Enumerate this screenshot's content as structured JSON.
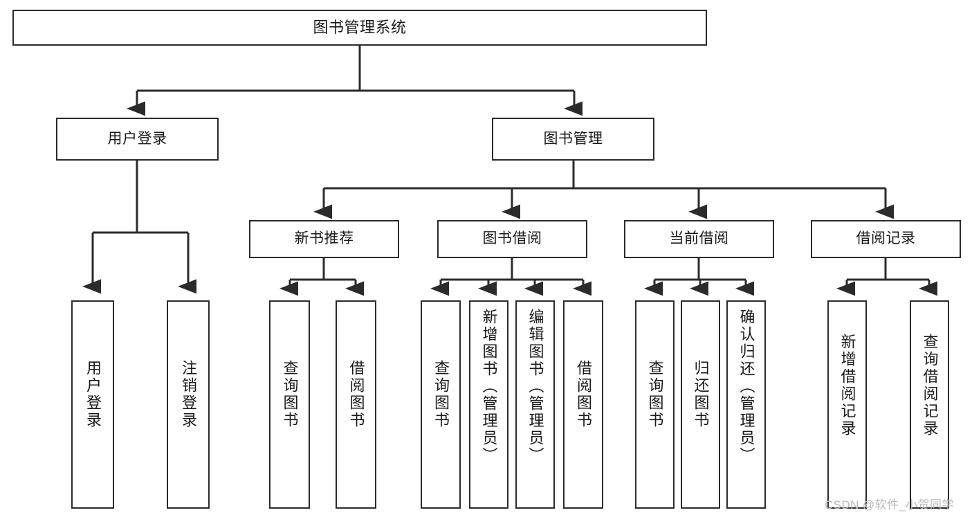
{
  "diagram": {
    "title": "图书管理系统",
    "type": "hierarchy-tree",
    "stroke_color": "#2b2b2b",
    "fill_color": "#ffffff",
    "text_color": "#1a1a1a"
  },
  "nodes": {
    "root": {
      "label": "图书管理系统"
    },
    "level2": [
      {
        "label": "用户登录"
      },
      {
        "label": "图书管理"
      }
    ],
    "level3": [
      {
        "label": "新书推荐"
      },
      {
        "label": "图书借阅"
      },
      {
        "label": "当前借阅"
      },
      {
        "label": "借阅记录"
      }
    ],
    "leaves_user_login": [
      {
        "label": "用户登录"
      },
      {
        "label": "注销登录"
      }
    ],
    "leaves_new_book": [
      {
        "label": "查询图书"
      },
      {
        "label": "借阅图书"
      }
    ],
    "leaves_borrow": [
      {
        "label": "查询图书"
      },
      {
        "label": "新增图书（管理员）"
      },
      {
        "label": "编辑图书（管理员）"
      },
      {
        "label": "借阅图书"
      }
    ],
    "leaves_current": [
      {
        "label": "查询图书"
      },
      {
        "label": "归还图书"
      },
      {
        "label": "确认归还（管理员）"
      }
    ],
    "leaves_records": [
      {
        "label": "新增借阅记录"
      },
      {
        "label": "查询借阅记录"
      }
    ]
  },
  "watermark": {
    "text": "CSDN @软件_小贺同学"
  }
}
